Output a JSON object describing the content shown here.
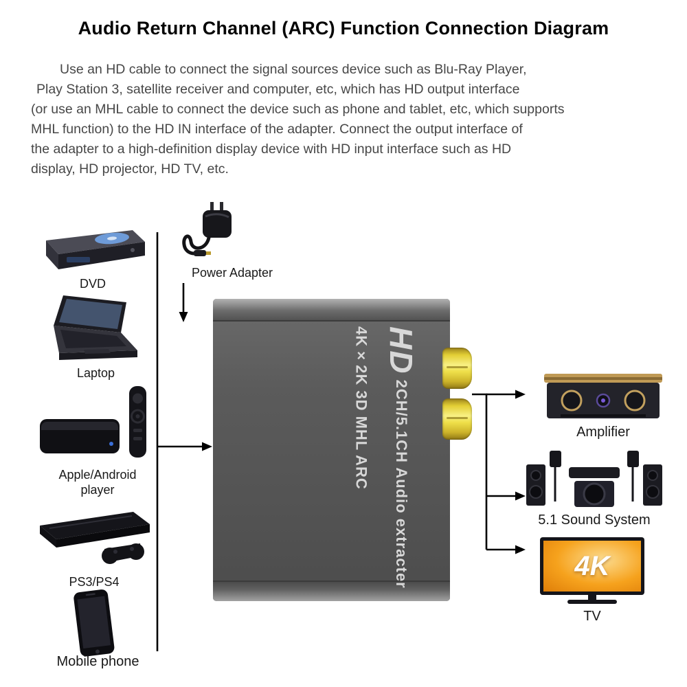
{
  "page": {
    "title": "Audio Return Channel (ARC) Function Connection Diagram"
  },
  "description": {
    "lines": [
      "Use an HD cable to connect the signal sources device such as Blu-Ray Player,",
      "Play Station 3, satellite receiver and computer, etc, which has HD output interface",
      "(or use an MHL cable to connect the device such as phone and tablet, etc, which supports",
      "MHL function) to the HD IN interface of the adapter. Connect the output interface of",
      "the adapter to a high-definition display device with HD input interface such as HD",
      "display, HD projector, HD TV, etc."
    ]
  },
  "diagram": {
    "sources": [
      {
        "label": "DVD"
      },
      {
        "label": "Laptop"
      },
      {
        "label": "Apple/Android player"
      },
      {
        "label": "PS3/PS4"
      },
      {
        "label": "Mobile phone"
      }
    ],
    "power_adapter": {
      "label": "Power Adapter"
    },
    "extractor": {
      "brand": "HD",
      "line1": "2CH/5.1CH Audio extracter",
      "line2": "4K×2K 3D MHL ARC"
    },
    "outputs": [
      {
        "label": "Amplifier"
      },
      {
        "label": "5.1 Sound System"
      },
      {
        "label": "TV",
        "screen_text": "4K"
      }
    ],
    "colors": {
      "rca_yellow": "#efe04a",
      "tv_screen_orange": "#f6a21d",
      "extractor_gray": "#565656",
      "connector_black": "#000000"
    }
  }
}
